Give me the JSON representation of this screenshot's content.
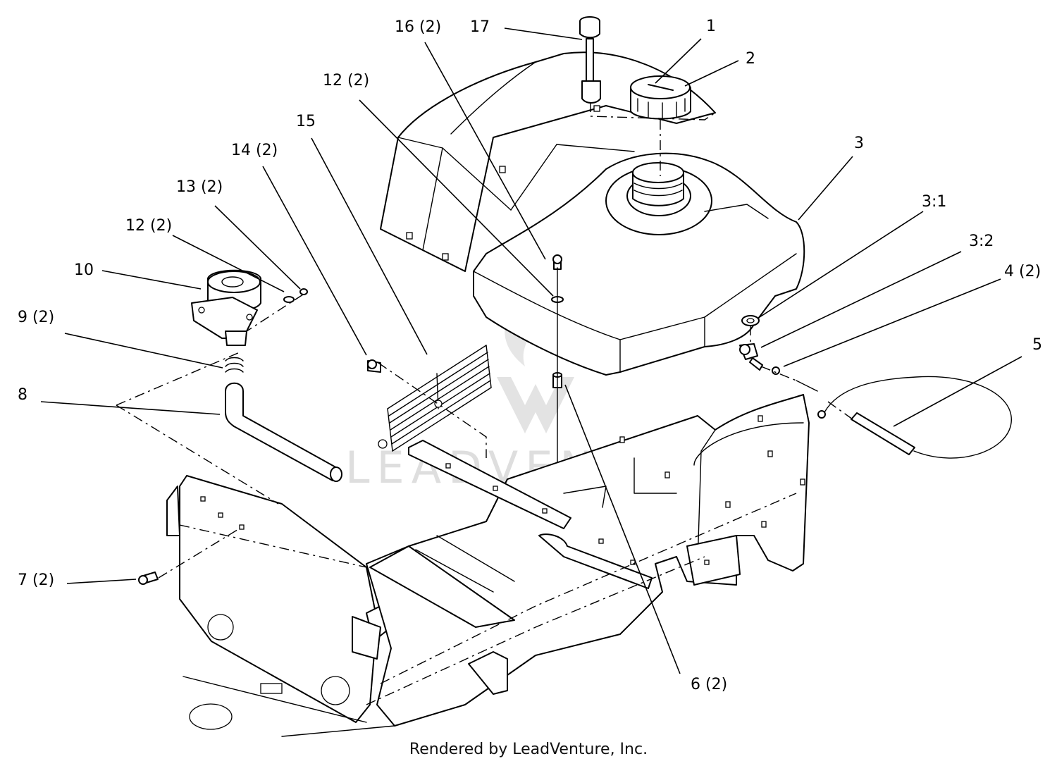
{
  "callouts": {
    "c1": "1",
    "c2": "2",
    "c3": "3",
    "c3_1": "3:1",
    "c3_2": "3:2",
    "c4": "4 (2)",
    "c5": "5",
    "c6": "6 (2)",
    "c7": "7 (2)",
    "c8": "8",
    "c9": "9 (2)",
    "c10": "10",
    "c12a": "12 (2)",
    "c12b": "12 (2)",
    "c13": "13 (2)",
    "c14": "14 (2)",
    "c15": "15",
    "c16": "16 (2)",
    "c17": "17"
  },
  "watermark": "LEADVENTURE",
  "credit": "Rendered by LeadVenture, Inc."
}
